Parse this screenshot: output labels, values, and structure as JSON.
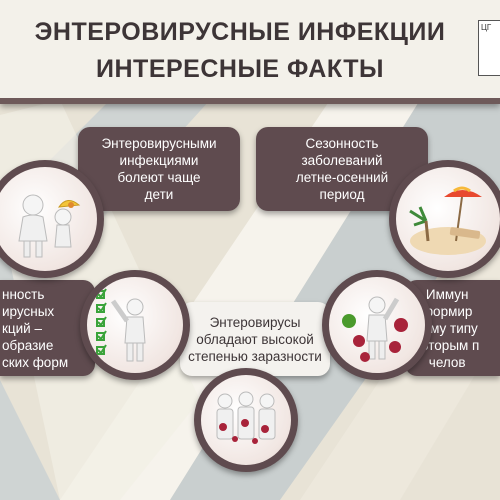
{
  "header": {
    "title_line1": "ЭНТЕРОВИРУСНЫЕ ИНФЕКЦИИ",
    "title_line2": "ИНТЕРЕСНЫЕ ФАКТЫ",
    "badge_text": "ЦГ"
  },
  "facts": {
    "children": "Энтеровирусными\nинфекциями\nболеют чаще\nдети",
    "seasonality": "Сезонность\nзаболеваний\nлетне-осенний\nпериод",
    "variety": "нность\nирусных\nкций –\nобразие\nских форм",
    "contagious": "Энтеровирусы\nобладают высокой\nстепенью заразности",
    "immunity": "Иммун\nформир\nтому типу\nкоторым п\nчелов"
  },
  "colors": {
    "box_dark": "#5f4b4f",
    "box_light": "#f4f2ee",
    "header_border": "#6e5a5a",
    "background": "#e8e3d6"
  },
  "icons": [
    "children-icon",
    "beach-umbrella-icon",
    "checklist-person-icon",
    "virus-person-icon",
    "group-virus-icon"
  ]
}
